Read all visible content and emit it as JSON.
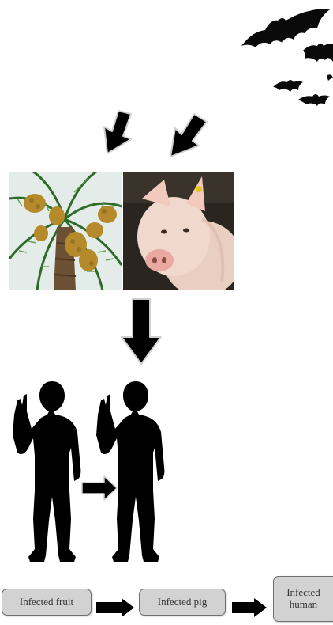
{
  "flow": {
    "fruit_label": "Infected fruit",
    "pig_label": "Infected pig",
    "human_label": "Infected human"
  },
  "colors": {
    "box_fill": "#d2d2d2",
    "box_border": "#6e6e6e",
    "arrow": "#000000",
    "silhouette": "#000000"
  },
  "icons": [
    "bat-icon",
    "arrow-icon",
    "human-silhouette-icon",
    "palm-tree-photo",
    "pig-photo"
  ]
}
